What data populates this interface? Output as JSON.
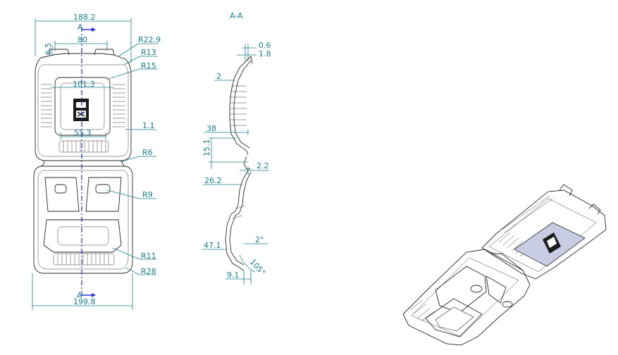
{
  "drawing": {
    "section_title": "A-A",
    "cut_marker": "A",
    "top_view_dims": {
      "overall_width": "188.2",
      "tab_width": "80",
      "tab_height": "6.5",
      "corner_r1": "R22.9",
      "corner_r2": "R13",
      "corner_r3": "R15",
      "label_width": "101.3",
      "label_bottom": "55.3",
      "wall": "1.1",
      "hinge_r": "R6",
      "cavity_r": "R9",
      "bottom_r1": "R11",
      "bottom_r2": "R28",
      "bottom_width": "199.8"
    },
    "section_dims": {
      "d_0_6": "0.6",
      "d_1_8": "1.8",
      "d_2": "2",
      "d_38": "38",
      "d_15_1": "15.1",
      "d_2_2": "2.2",
      "d_26_2": "26.2",
      "d_47_1": "47.1",
      "angle_2": "2°",
      "angle_105": "105°",
      "d_9_1": "9.1"
    }
  },
  "colors": {
    "dimension": "#17808e",
    "axis": "#1f2bd6",
    "outline": "#2a2a2a",
    "label_panel": "#c9cde3"
  }
}
